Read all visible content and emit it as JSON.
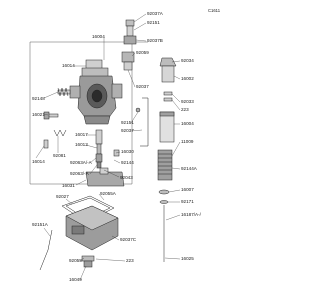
{
  "diagram": {
    "image_code": "C1611",
    "parts": {
      "p16004_top": "16004",
      "p16014": "16014",
      "p92148_l": "92148",
      "p16021": "16021",
      "p16014_b": "16014",
      "p92081": "92081",
      "p16017": "16017",
      "p16013": "16013",
      "p92063_a": "92063A/-A",
      "p92043_top": "92043",
      "p92063_b": "92063/-A",
      "p16031": "16031",
      "p92037a": "92037A",
      "p92151": "92151",
      "p92037b": "92037B",
      "p92059": "92059",
      "p92037": "92037",
      "p92034": "92034",
      "p16002": "16002",
      "p92033": "92033",
      "p223_a": "223",
      "p92151_m": "92151",
      "p92037_m": "92037",
      "p16004_r": "16004",
      "p16030": "16030",
      "p92144": "92144",
      "p11009": "11009",
      "p92144a": "92144A",
      "p16007": "16007",
      "p92171": "92171",
      "p16187": "16187/A-/",
      "p92055a": "92055A",
      "p92027": "92027",
      "p92151a": "92151A",
      "p92037c": "92037C",
      "p92055": "92055",
      "p223_b": "223",
      "p16025": "16025",
      "p16049": "16049"
    }
  }
}
